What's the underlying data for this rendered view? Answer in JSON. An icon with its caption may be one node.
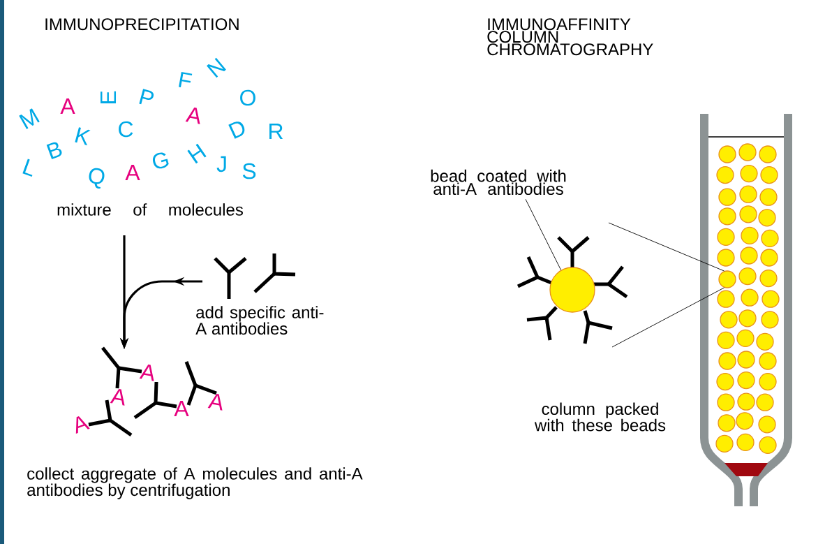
{
  "diagram": {
    "nodes": [
      {
        "text": [
          "mixture of molecules"
        ]
      },
      {
        "text": [
          "add specific anti-A antibodies"
        ]
      },
      {
        "text": [
          "collect aggregate of A molecules and anti-A antibodies by centrifugation"
        ]
      },
      {
        "text": [
          "bead coated with anti-A antibodies"
        ]
      },
      {
        "text": [],
        "shape": "circle"
      },
      {
        "text": [],
        "shape": "picture"
      },
      {
        "text": [],
        "shape": "circle",
        "in": 5
      }
    ],
    "edges": [
      {
        "from": 0,
        "to": 2,
        "arrow": "to",
        "style": "thick"
      },
      {
        "from": 1,
        "to": 2,
        "arrow": "to",
        "style": "thick"
      },
      {
        "from": 3,
        "to": 4,
        "arrow": "none"
      },
      {
        "from": 4,
        "to": 6,
        "arrow": "none"
      },
      {
        "from": 4,
        "to": 6,
        "arrow": "none"
      }
    ],
    "labels": [
      "IMMUNOPRECIPITATION",
      "IMMUNOAFFINITY COLUMN CHROMATOGRAPHY",
      "M",
      "A",
      "E",
      "P",
      "F",
      "N",
      "O",
      "L",
      "B",
      "K",
      "C",
      "A",
      "D",
      "R",
      "Q",
      "A",
      "G",
      "H",
      "J",
      "S",
      "A",
      "A",
      "A",
      "A",
      "A",
      "column packed with these beads"
    ]
  }
}
